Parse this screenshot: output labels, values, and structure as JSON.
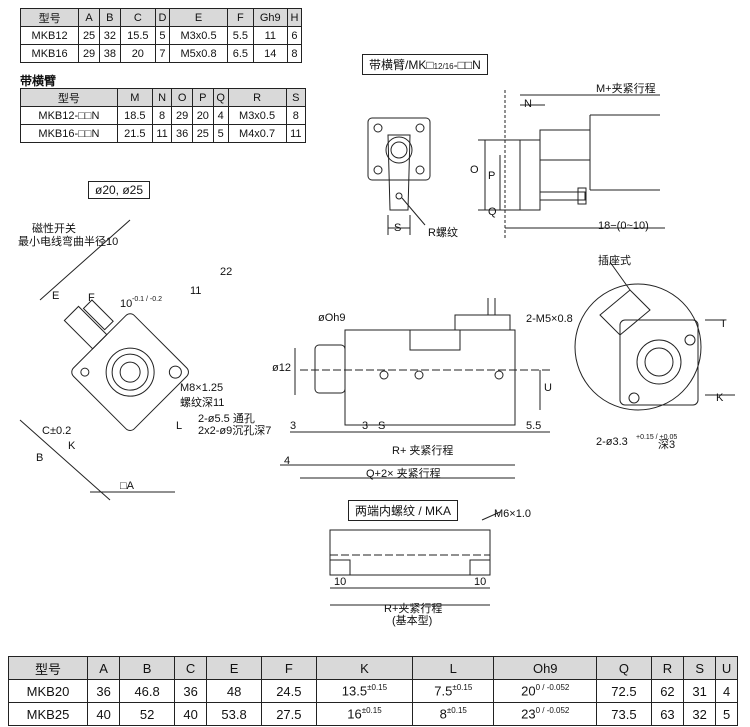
{
  "top_table": {
    "headers": [
      "型号",
      "A",
      "B",
      "C",
      "D",
      "E",
      "F",
      "Gh9",
      "H"
    ],
    "rows": [
      [
        "MKB12",
        "25",
        "32",
        "15.5",
        "5",
        "M3x0.5",
        "5.5",
        "11",
        "6"
      ],
      [
        "MKB16",
        "29",
        "38",
        "20",
        "7",
        "M5x0.8",
        "6.5",
        "14",
        "8"
      ]
    ]
  },
  "arm_section_label": "带横臂",
  "arm_table": {
    "headers": [
      "型号",
      "M",
      "N",
      "O",
      "P",
      "Q",
      "R",
      "S"
    ],
    "rows": [
      [
        "MKB12-□□N",
        "18.5",
        "8",
        "29",
        "20",
        "4",
        "M3x0.5",
        "8"
      ],
      [
        "MKB16-□□N",
        "21.5",
        "11",
        "36",
        "25",
        "5",
        "M4x0.7",
        "11"
      ]
    ]
  },
  "title_arm": "带横臂/MK□",
  "title_arm_frac": "12/16",
  "title_arm_suffix": "-□□N",
  "title_d20": "ø20, ø25",
  "title_mka": "两端内螺纹 / MKA",
  "labels": {
    "m_stroke": "M+夹紧行程",
    "n": "N",
    "o": "O",
    "p": "P",
    "q": "Q",
    "s": "S",
    "r_thread": "R螺纹",
    "stroke_range": "18−(0~10)",
    "plug": "插座式",
    "magnet_switch": "磁性开关",
    "min_bend": "最小电线弯曲半径10",
    "e": "E",
    "f": "F",
    "b": "B",
    "c": "C±0.2",
    "k": "K",
    "l": "L",
    "ten": "10",
    "ten_tol": "-0.1 / -0.2",
    "eleven": "11",
    "twentytwo": "22",
    "m8": "M8×1.25",
    "m8_depth": "螺纹深11",
    "hole1": "2-ø5.5 通孔",
    "hole2": "2x2-ø9沉孔深7",
    "square_a": "□A",
    "oh9": "øOh9",
    "d12": "ø12",
    "m5": "2-M5×0.8",
    "u": "U",
    "three": "3",
    "four": "4",
    "five5": "5.5",
    "r_stroke": "R+ 夹紧行程",
    "q_stroke": "Q+2× 夹紧行程",
    "t_label": "T",
    "k2": "K",
    "hole3": "2-ø3.3",
    "hole3_tol": "+0.15 / +0.05",
    "hole3_depth": "深3",
    "m6": "M6×1.0",
    "ten_a": "10",
    "ten_b": "10",
    "r_stroke2": "R+夹紧行程",
    "basic_type": "(基本型)"
  },
  "bottom_table": {
    "headers": [
      "型号",
      "A",
      "B",
      "C",
      "E",
      "F",
      "K",
      "L",
      "Oh9",
      "Q",
      "R",
      "S",
      "U"
    ],
    "rows": [
      {
        "model": "MKB20",
        "A": "36",
        "B": "46.8",
        "C": "36",
        "E": "48",
        "F": "24.5",
        "K": "13.5",
        "K_tol": "±0.15",
        "L": "7.5",
        "L_tol": "±0.15",
        "O": "20",
        "O_tol": "0 / -0.052",
        "Q": "72.5",
        "R": "62",
        "S": "31",
        "U": "4"
      },
      {
        "model": "MKB25",
        "A": "40",
        "B": "52",
        "C": "40",
        "E": "53.8",
        "F": "27.5",
        "K": "16",
        "K_tol": "±0.15",
        "L": "8",
        "L_tol": "±0.15",
        "O": "23",
        "O_tol": "0 / -0.052",
        "Q": "73.5",
        "R": "63",
        "S": "32",
        "U": "5"
      }
    ]
  }
}
